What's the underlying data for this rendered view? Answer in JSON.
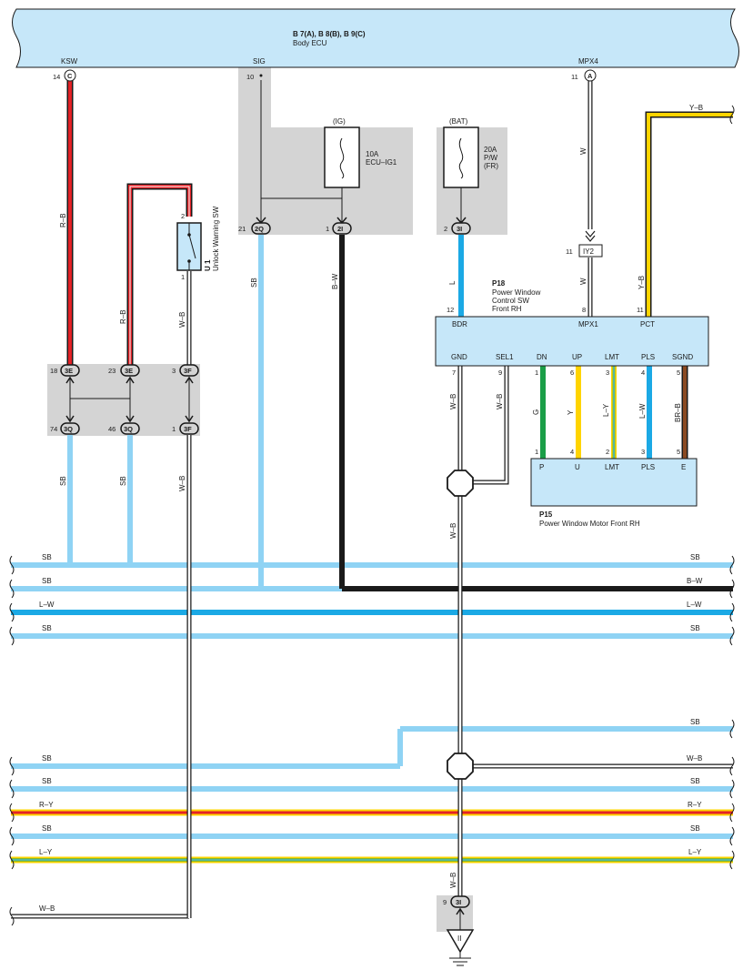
{
  "body_ecu": {
    "codes": "B 7(A), B 8(B), B 9(C)",
    "name": "Body ECU",
    "terminals": [
      {
        "label": "KSW",
        "pin": "14",
        "connector": "C"
      },
      {
        "label": "SIG",
        "pin": "10"
      },
      {
        "label": "MPX4",
        "pin": "11",
        "connector": "A"
      }
    ]
  },
  "fuses": [
    {
      "circuit": "(IG)",
      "rating": "10A",
      "name": "ECU–IG1"
    },
    {
      "circuit": "(BAT)",
      "rating": "20A",
      "name": "P/W",
      "name2": "(FR)"
    }
  ],
  "u1": {
    "code": "U 1",
    "name": "Unlock Warning SW",
    "pin_top": "2",
    "pin_bottom": "1"
  },
  "p18": {
    "code": "P18",
    "name_lines": [
      "Power Window",
      "Control SW",
      "Front RH"
    ],
    "top_terminals": [
      "BDR",
      "MPX1",
      "PCT"
    ],
    "bottom_terminals": [
      "GND",
      "SEL1",
      "DN",
      "UP",
      "LMT",
      "PLS",
      "SGND"
    ]
  },
  "p15": {
    "code": "P15",
    "name": "Power Window Motor Front RH",
    "terminals": [
      "P",
      "U",
      "LMT",
      "PLS",
      "E"
    ]
  },
  "connectors": [
    {
      "pin": "21",
      "id": "2Q"
    },
    {
      "pin": "1",
      "id": "2I"
    },
    {
      "pin": "2",
      "id": "3I"
    },
    {
      "pin": "11",
      "id": "IY2"
    },
    {
      "pin": "18",
      "id": "3E"
    },
    {
      "pin": "23",
      "id": "3E"
    },
    {
      "pin": "3",
      "id": "3F"
    },
    {
      "pin": "74",
      "id": "3Q"
    },
    {
      "pin": "46",
      "id": "3Q"
    },
    {
      "pin": "1",
      "id": "3F"
    },
    {
      "pin": "9",
      "id": "3I"
    }
  ],
  "pins": {
    "bdr": "12",
    "mpx1": "8",
    "pct": "11",
    "gnd": "7",
    "sel1": "9",
    "dn": "1",
    "up": "6",
    "lmt": "3",
    "pls": "4",
    "sgnd": "5",
    "p": "1",
    "u": "4",
    "lmt2": "2",
    "pls2": "3",
    "e": "5"
  },
  "ground": {
    "label": "II"
  },
  "wire_labels": {
    "rb": "R–B",
    "sb": "SB",
    "bw": "B–W",
    "w": "W",
    "wb": "W–B",
    "l": "L",
    "yb": "Y–B",
    "g": "G",
    "y": "Y",
    "ly": "L–Y",
    "lw": "L–W",
    "brb": "BR–B",
    "ry": "R–Y"
  },
  "colors": {
    "ecu_fill": "#c6e7f9",
    "shade": "#d4d4d4",
    "sb": "#8fd3f4",
    "l": "#1ba9e5",
    "red": "#e32227",
    "yellow": "#ffd400",
    "green": "#1a9e48",
    "brown": "#8b4a22",
    "black": "#1a1a1a"
  }
}
